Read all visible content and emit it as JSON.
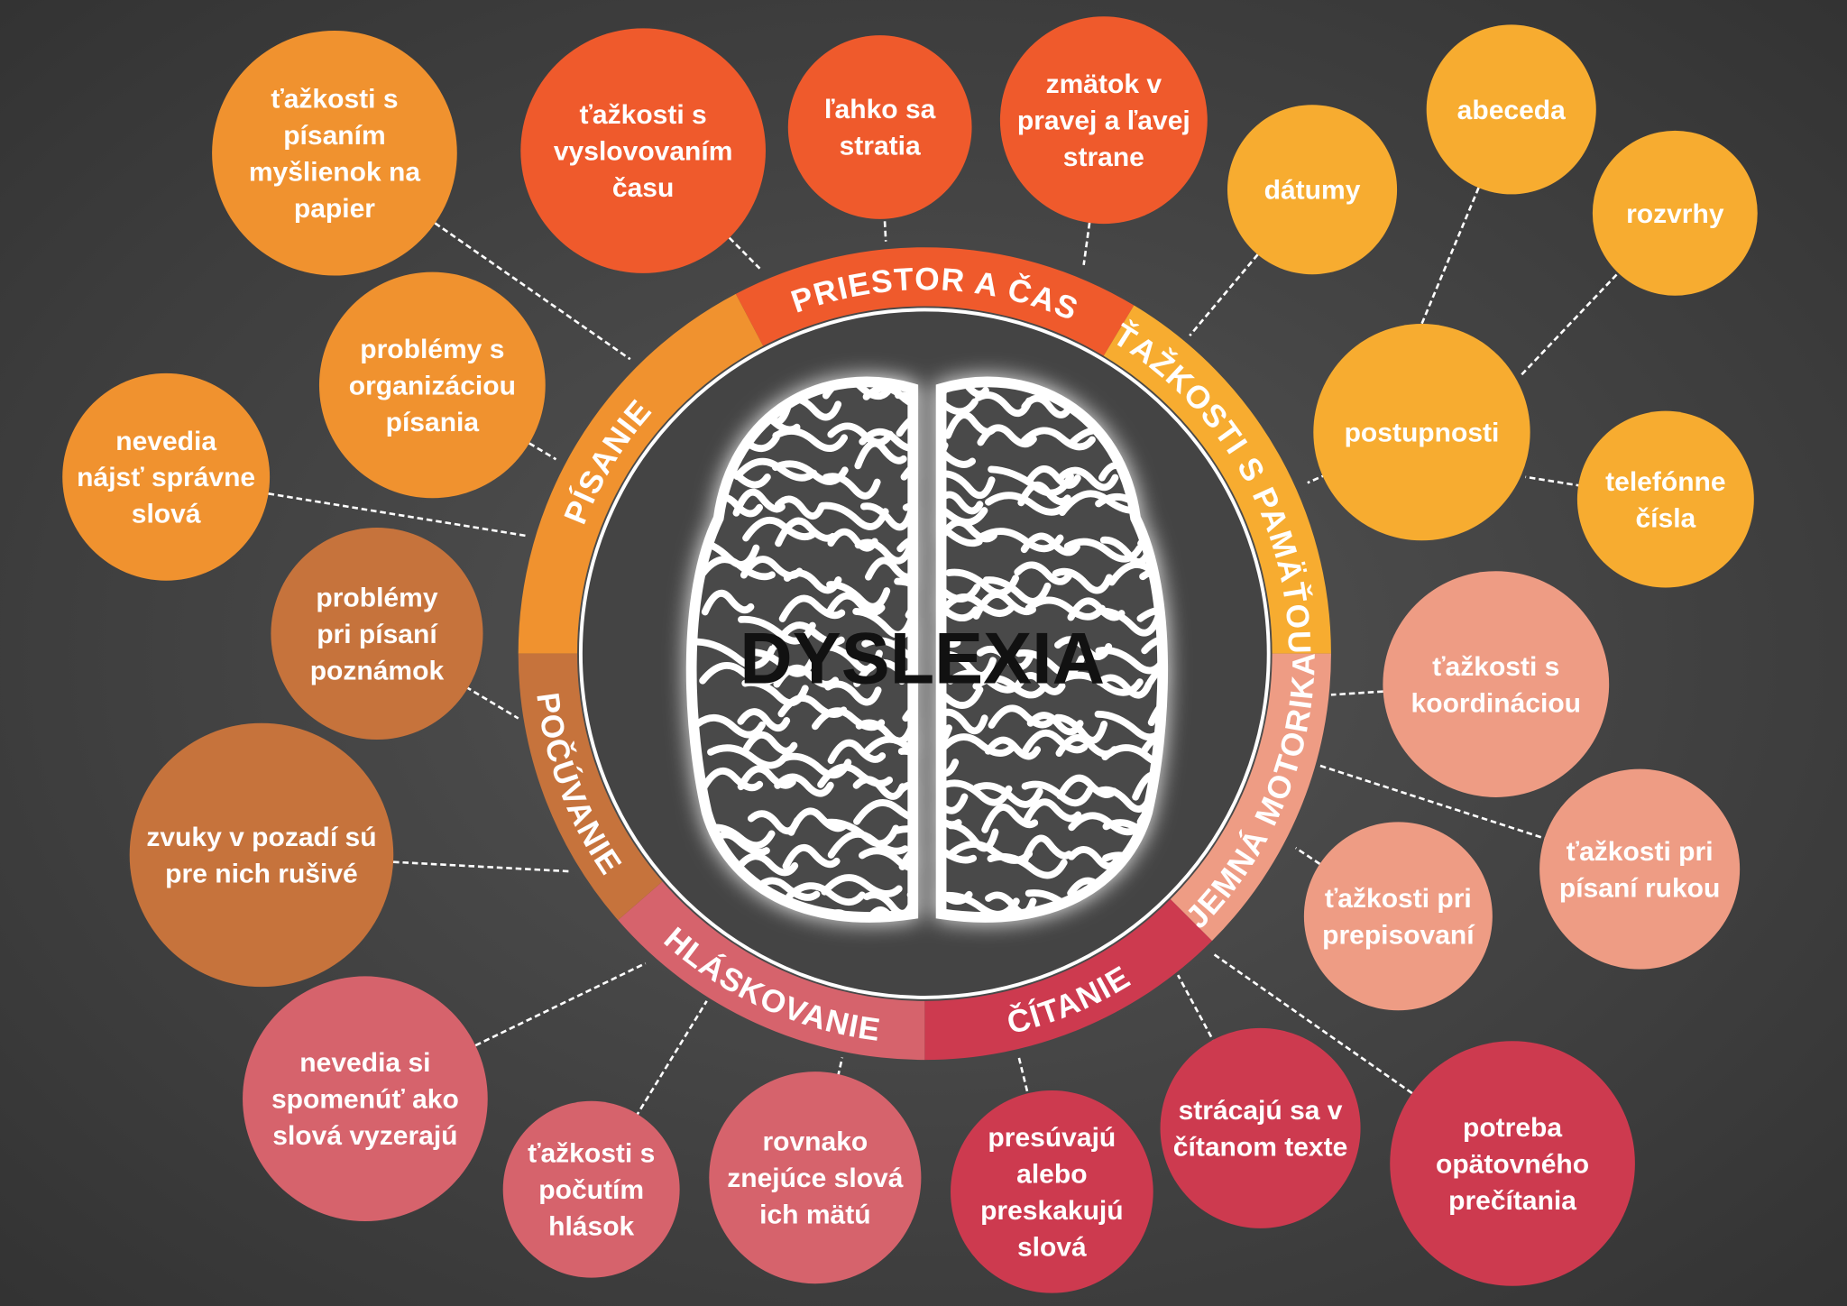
{
  "title": "DYSLEXIA",
  "colors": {
    "background": "#474747",
    "priestor": "#ef5a2c",
    "pisanie": "#f0922f",
    "pamat": "#f7ac30",
    "motorika": "#ee9c84",
    "citanie": "#cd3a4f",
    "hlaskovanie": "#d6636c",
    "pocuvanie": "#c6733c"
  },
  "categories": [
    {
      "id": "priestor",
      "label": "PRIESTOR A ČAS"
    },
    {
      "id": "pisanie",
      "label": "PÍSANIE"
    },
    {
      "id": "pamat",
      "label": "ŤAŽKOSTI S PAMÄŤOU"
    },
    {
      "id": "motorika",
      "label": "JEMNÁ MOTORIKA"
    },
    {
      "id": "citanie",
      "label": "ČÍTANIE"
    },
    {
      "id": "hlaskovanie",
      "label": "HLÁSKOVANIE"
    },
    {
      "id": "pocuvanie",
      "label": "POČÚVANIE"
    }
  ],
  "bubbles": [
    {
      "category": "pisanie",
      "lines": [
        "ťažkosti s",
        "písaním",
        "myšlienok na",
        "papier"
      ]
    },
    {
      "category": "priestor",
      "lines": [
        "ťažkosti s",
        "vyslovovaním",
        "času"
      ]
    },
    {
      "category": "priestor",
      "lines": [
        "ľahko sa",
        "stratia"
      ]
    },
    {
      "category": "priestor",
      "lines": [
        "zmätok v",
        "pravej a ľavej",
        "strane"
      ]
    },
    {
      "category": "pamat",
      "lines": [
        "dátumy"
      ]
    },
    {
      "category": "pamat",
      "lines": [
        "abeceda"
      ]
    },
    {
      "category": "pamat",
      "lines": [
        "rozvrhy"
      ]
    },
    {
      "category": "pamat",
      "lines": [
        "postupnosti"
      ]
    },
    {
      "category": "pamat",
      "lines": [
        "telefónne",
        "čísla"
      ]
    },
    {
      "category": "pisanie",
      "lines": [
        "problémy s",
        "organizáciou",
        "písania"
      ]
    },
    {
      "category": "pisanie",
      "lines": [
        "nevedia",
        "nájsť správne",
        "slová"
      ]
    },
    {
      "category": "pocuvanie",
      "lines": [
        "problémy",
        "pri písaní",
        "poznámok"
      ]
    },
    {
      "category": "pocuvanie",
      "lines": [
        "zvuky v pozadí sú",
        "pre nich rušivé"
      ]
    },
    {
      "category": "hlaskovanie",
      "lines": [
        "nevedia si",
        "spomenúť ako",
        "slová vyzerajú"
      ]
    },
    {
      "category": "hlaskovanie",
      "lines": [
        "ťažkosti s",
        "počutím",
        "hlások"
      ]
    },
    {
      "category": "hlaskovanie",
      "lines": [
        "rovnako",
        "znejúce slová",
        "ich mätú"
      ]
    },
    {
      "category": "citanie",
      "lines": [
        "presúvajú",
        "alebo",
        "preskakujú",
        "slová"
      ]
    },
    {
      "category": "citanie",
      "lines": [
        "strácajú sa v",
        "čítanom texte"
      ]
    },
    {
      "category": "citanie",
      "lines": [
        "potreba",
        "opätovného",
        "prečítania"
      ]
    },
    {
      "category": "motorika",
      "lines": [
        "ťažkosti s",
        "koordináciou"
      ]
    },
    {
      "category": "motorika",
      "lines": [
        "ťažkosti pri",
        "písaní rukou"
      ]
    },
    {
      "category": "motorika",
      "lines": [
        "ťažkosti pri",
        "prepisovaní"
      ]
    }
  ]
}
